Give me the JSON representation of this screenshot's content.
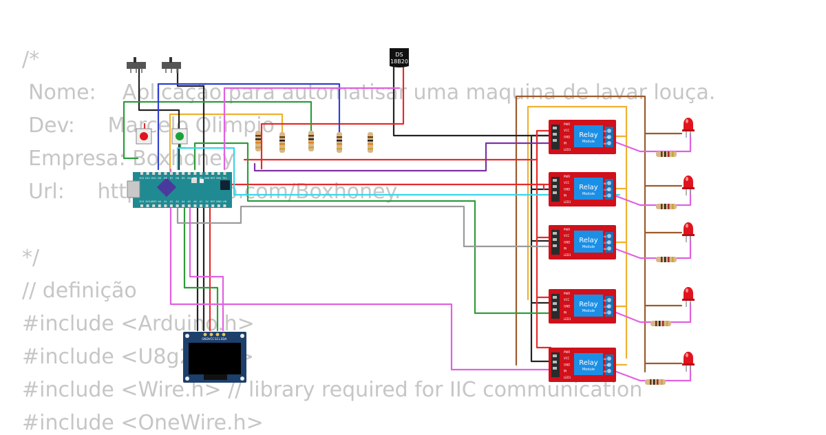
{
  "code_lines": [
    "/*",
    "  Nome:    Aplicação para automatisar uma maquina de lavar louça.",
    "  Dev:     Marcelo Olimpio",
    "  Empresa: Boxhoney",
    "  Url:     https://github.com/Boxhoney.",
    "",
    "*/",
    "// definição",
    "#include <Arduino.h>",
    "#include <U8g2lib.h>",
    "#include <Wire.h> // library required for IIC communication",
    "#include <OneWire.h>"
  ],
  "sensor": {
    "line1": "DS",
    "line2": "18B20"
  },
  "relay": {
    "title": "Relay",
    "subtitle": "Module",
    "pins_left": [
      "PWR",
      "VCC",
      "GND",
      "IN",
      "LED1"
    ],
    "pins_right": [
      "NC",
      "COM",
      "NO"
    ]
  },
  "oled": {
    "pins": [
      "GND",
      "VCC",
      "SCL",
      "SDA"
    ]
  },
  "nano": {
    "top_pins": [
      "D12",
      "D11",
      "D10",
      "D9",
      "D8",
      "D7",
      "D6",
      "D5",
      "D4",
      "D3",
      "D2",
      "GND",
      "RST",
      "RX0",
      "TX1"
    ],
    "bottom_pins": [
      "D13",
      "3V3",
      "AREF",
      "A0",
      "A1",
      "A2",
      "A3",
      "A4",
      "A5",
      "A6",
      "A7",
      "5V",
      "RST",
      "GND",
      "VIN"
    ]
  },
  "relay_count": 5,
  "led_count": 5,
  "colors": {
    "code_text": "#c6c6c6",
    "relay_board": "#d0101a",
    "relay_cube": "#1b8fe6",
    "nano_board": "#1f8a91",
    "oled_body": "#1d3f6b",
    "led_red": "#e0141e",
    "wire_red": "#e52b2b",
    "wire_black": "#222222",
    "wire_green": "#2e9b3a",
    "wire_blue": "#2f3fd0",
    "wire_purple": "#7e2fa5",
    "wire_pink": "#e060e0",
    "wire_cyan": "#38d6ec",
    "wire_gray": "#9a9a9a",
    "wire_orange": "#f0b030",
    "wire_brown": "#9c5a2a"
  }
}
